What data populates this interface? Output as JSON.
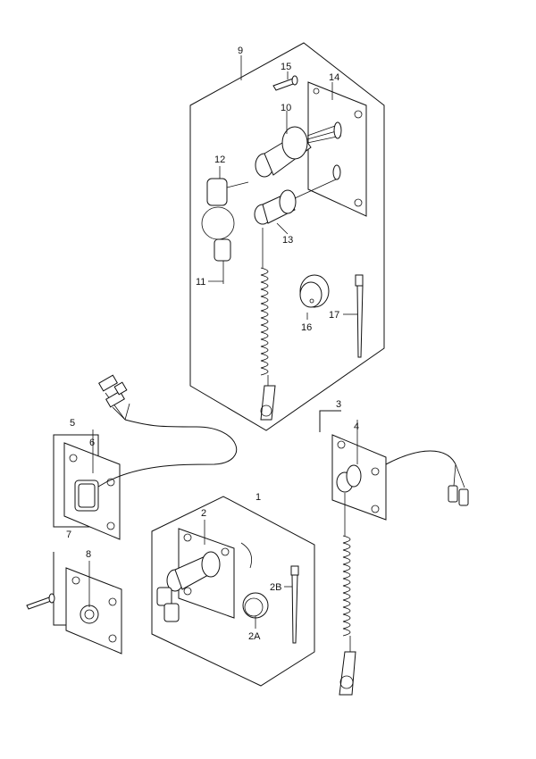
{
  "callouts": {
    "c1": "1",
    "c2": "2",
    "c2A": "2A",
    "c2B": "2B",
    "c3": "3",
    "c4": "4",
    "c5": "5",
    "c6": "6",
    "c7": "7",
    "c8": "8",
    "c9": "9",
    "c10": "10",
    "c11": "11",
    "c12": "12",
    "c13": "13",
    "c14": "14",
    "c15": "15",
    "c16": "16",
    "c17": "17"
  },
  "colors": {
    "line": "#111111",
    "background": "#ffffff"
  }
}
